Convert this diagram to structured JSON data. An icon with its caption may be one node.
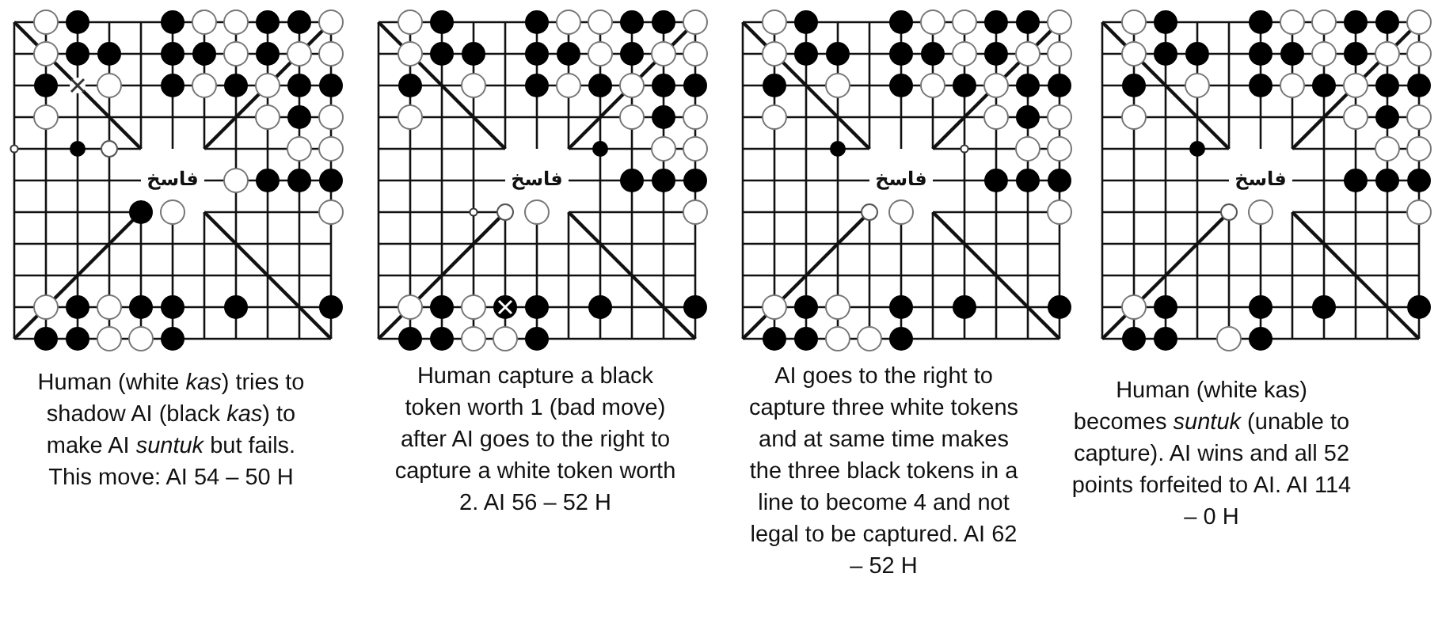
{
  "diagram": {
    "nodes": [
      {
        "text": [
          "فاسخ"
        ]
      },
      {
        "text": [
          "فاسخ"
        ]
      },
      {
        "text": [
          "فاسخ"
        ]
      },
      {
        "text": [
          "فاسخ"
        ]
      }
    ],
    "labels": [
      "Human (white *kas*) tries to shadow AI (black *kas*) to make AI *suntuk* but fails. This move: AI 54 – 50 H",
      "Human capture a black token worth 1 (bad move) after AI goes to the right to capture a white token worth 2. AI 56 – 52 H",
      "AI goes to the right to capture three white tokens and at same time makes the three black tokens in a line to become 4 and not legal to be captured. AI 62 – 52 H",
      "Human (white kas) becomes *suntuk* (unable to capture). AI wins and all 52 points forfeited to AI. AI 114 – 0 H"
    ]
  }
}
